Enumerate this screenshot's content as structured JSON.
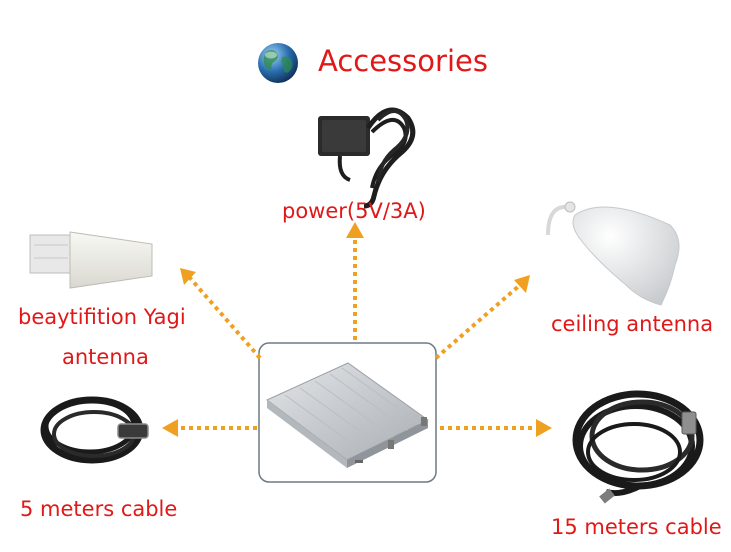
{
  "title": "Accessories",
  "items": {
    "power": "power(5V/3A)",
    "yagi_line1": "beaytifition Yagi",
    "yagi_line2": "antenna",
    "ceiling": "ceiling antenna",
    "cable5": "5 meters cable",
    "cable15": "15 meters cable"
  },
  "icons": {
    "globe": "globe-icon",
    "power_adapter": "power-adapter-icon",
    "yagi_antenna": "yagi-antenna-icon",
    "ceiling_antenna": "ceiling-antenna-icon",
    "repeater": "signal-repeater-icon",
    "cable_short": "coiled-cable-icon",
    "cable_long": "coiled-cable-icon"
  },
  "colors": {
    "label": "#e01818",
    "arrow": "#f0a020",
    "globe": "#1e5f9c"
  }
}
